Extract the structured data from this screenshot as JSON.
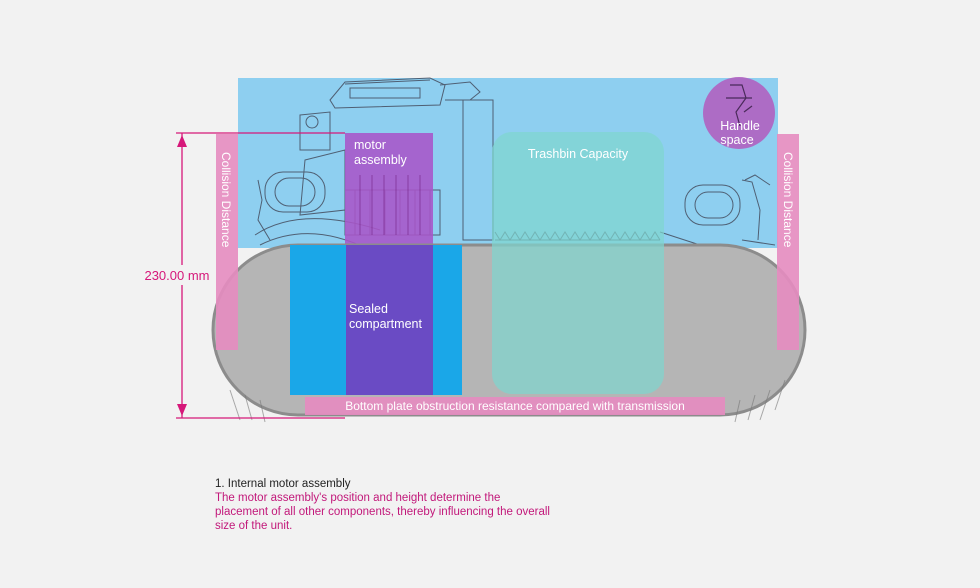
{
  "colors": {
    "background": "#f2f2f2",
    "top_region": "#8ecff0",
    "base_body": "#b5b5b5",
    "motor_zone": "#a855c8",
    "sealed_blue": "#1aa7e8",
    "sealed_purple": "#6a4bc4",
    "trashbin": "#7fd6cf",
    "collision": "#e58cc0",
    "dimension": "#d6187a",
    "handle": "#b060c0",
    "caption_text": "#c2187a"
  },
  "diagram": {
    "dimension_label": "230.00 mm",
    "collision_left_label": "Collision Distance",
    "collision_right_label": "Collision Distance",
    "motor_label_line1": "motor",
    "motor_label_line2": "assembly",
    "trashbin_label": "Trashbin Capacity",
    "handle_label_line1": "Handle",
    "handle_label_line2": "space",
    "sealed_label_line1": "Sealed",
    "sealed_label_line2": "compartment",
    "bottom_plate_label": "Bottom plate obstruction resistance compared with transmission"
  },
  "caption": {
    "heading": "1.  Internal motor assembly",
    "body": "The motor assembly's position and height determine the placement of all other components, thereby influencing the overall size of the unit."
  }
}
